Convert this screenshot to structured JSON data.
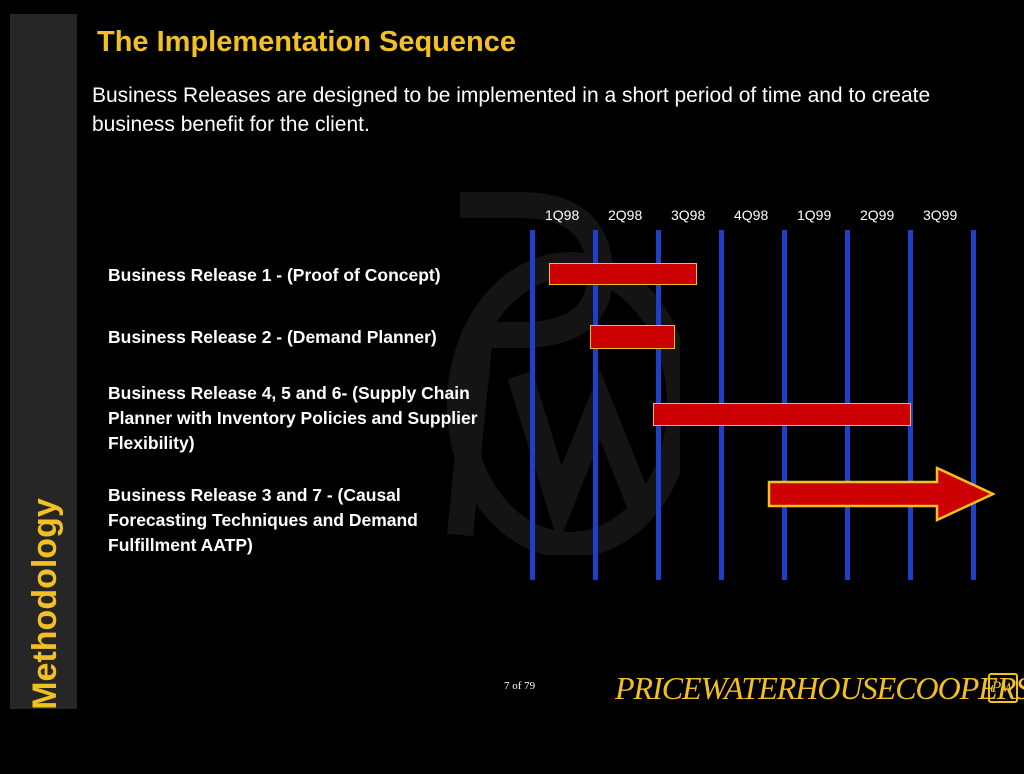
{
  "slide": {
    "title": "The Implementation Sequence",
    "subtitle": "Business Releases are designed to be implemented in a short period of time and to create business benefit for the client.",
    "sidebar_label": "Methodology",
    "page_number": "7 of 79"
  },
  "timeline": {
    "quarters": [
      "1Q98",
      "2Q98",
      "3Q98",
      "4Q98",
      "1Q99",
      "2Q99",
      "3Q99"
    ],
    "releases": [
      {
        "label": "Business Release 1 -  (Proof of Concept)",
        "start": 0.3,
        "end": 2.65,
        "open_ended": false
      },
      {
        "label": "Business Release 2 - (Demand Planner)",
        "start": 0.95,
        "end": 2.3,
        "open_ended": false
      },
      {
        "label": "Business Release 4, 5 and 6- (Supply Chain Planner with Inventory Policies and Supplier Flexibility)",
        "start": 1.95,
        "end": 6.05,
        "open_ended": false
      },
      {
        "label": "Business Release 3 and 7 - (Causal Forecasting Techniques and Demand Fulfillment  AATP)",
        "start": 3.9,
        "end": 7.0,
        "open_ended": true
      }
    ]
  },
  "brand": {
    "logo_text": "PRICEWATERHOUSECOOPERS",
    "logo_mark": "PW"
  },
  "colors": {
    "background": "#000000",
    "accent": "#f2c023",
    "bar_fill": "#cc0000",
    "gridline": "#1e40c8",
    "sidebar": "#262626"
  }
}
